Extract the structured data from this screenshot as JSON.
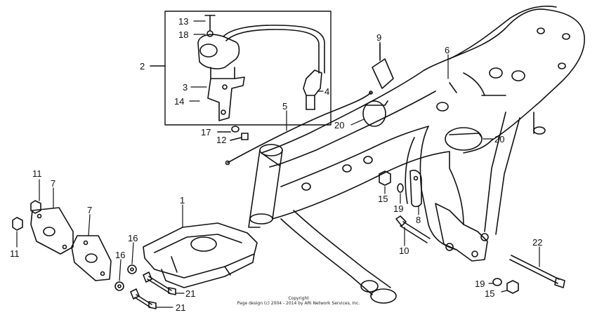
{
  "callouts": [
    {
      "id": "c13",
      "text": "13"
    },
    {
      "id": "c18",
      "text": "18"
    },
    {
      "id": "c2",
      "text": "2"
    },
    {
      "id": "c3",
      "text": "3"
    },
    {
      "id": "c14",
      "text": "14"
    },
    {
      "id": "c4",
      "text": "4"
    },
    {
      "id": "c5",
      "text": "5"
    },
    {
      "id": "c17",
      "text": "17"
    },
    {
      "id": "c12",
      "text": "12"
    },
    {
      "id": "c20a",
      "text": "20"
    },
    {
      "id": "c9",
      "text": "9"
    },
    {
      "id": "c6",
      "text": "6"
    },
    {
      "id": "c20b",
      "text": "20"
    },
    {
      "id": "c11a",
      "text": "11"
    },
    {
      "id": "c7a",
      "text": "7"
    },
    {
      "id": "c11b",
      "text": "11"
    },
    {
      "id": "c7b",
      "text": "7"
    },
    {
      "id": "c1",
      "text": "1"
    },
    {
      "id": "c16a",
      "text": "16"
    },
    {
      "id": "c16b",
      "text": "16"
    },
    {
      "id": "c21a",
      "text": "21"
    },
    {
      "id": "c21b",
      "text": "21"
    },
    {
      "id": "c15a",
      "text": "15"
    },
    {
      "id": "c19a",
      "text": "19"
    },
    {
      "id": "c8",
      "text": "8"
    },
    {
      "id": "c10",
      "text": "10"
    },
    {
      "id": "c22",
      "text": "22"
    },
    {
      "id": "c19b",
      "text": "19"
    },
    {
      "id": "c15b",
      "text": "15"
    }
  ],
  "copyright": {
    "line1": "Copyright",
    "line2": "Page design (c) 2004 - 2014 by ARI Network Services, Inc."
  }
}
